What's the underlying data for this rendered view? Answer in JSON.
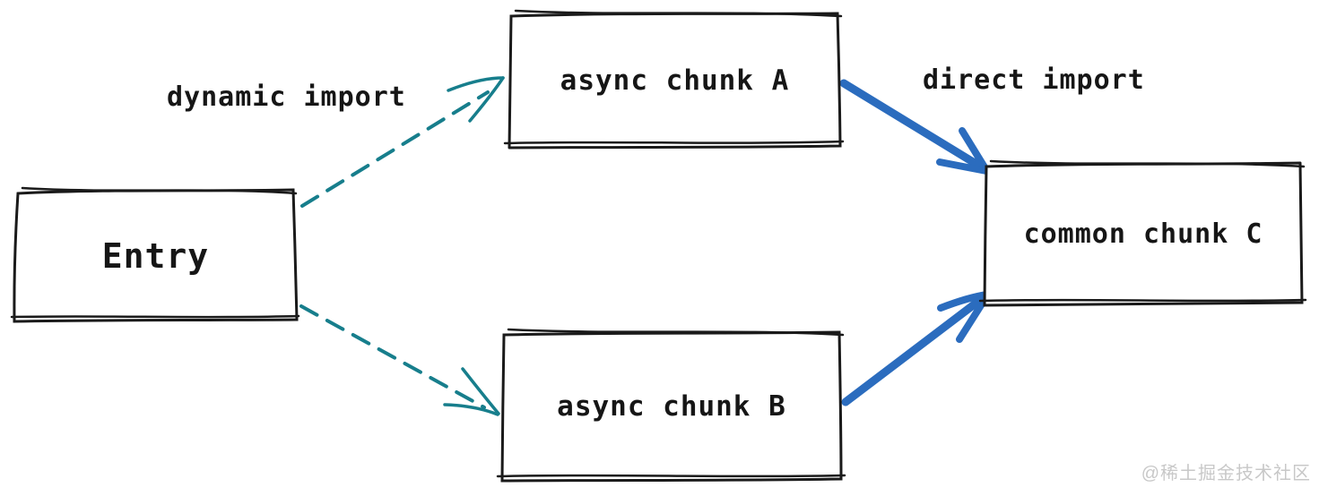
{
  "diagram": {
    "type": "flow-diagram",
    "style": "hand-drawn",
    "nodes": [
      {
        "id": "entry",
        "label": "Entry"
      },
      {
        "id": "async-chunk-a",
        "label": "async chunk A"
      },
      {
        "id": "async-chunk-b",
        "label": "async chunk B"
      },
      {
        "id": "common-chunk-c",
        "label": "common chunk C"
      }
    ],
    "edges": [
      {
        "from": "entry",
        "to": "async-chunk-a",
        "label": "dynamic import",
        "style": "dashed",
        "color": "#177e8c"
      },
      {
        "from": "entry",
        "to": "async-chunk-b",
        "label": "dynamic import",
        "style": "dashed",
        "color": "#177e8c"
      },
      {
        "from": "async-chunk-a",
        "to": "common-chunk-c",
        "label": "direct import",
        "style": "solid",
        "color": "#2b6cbe"
      },
      {
        "from": "async-chunk-b",
        "to": "common-chunk-c",
        "label": "direct import",
        "style": "solid",
        "color": "#2b6cbe"
      }
    ],
    "edge_labels": {
      "dynamic_import": "dynamic import",
      "direct_import": "direct import"
    },
    "colors": {
      "dashed_arrow": "#177e8c",
      "solid_arrow": "#2b6cbe",
      "box_stroke": "#1a1a1a",
      "box_fill": "#ffffff",
      "text": "#161616",
      "watermark": "#c8c8c8"
    },
    "watermark": "@稀土掘金技术社区"
  }
}
